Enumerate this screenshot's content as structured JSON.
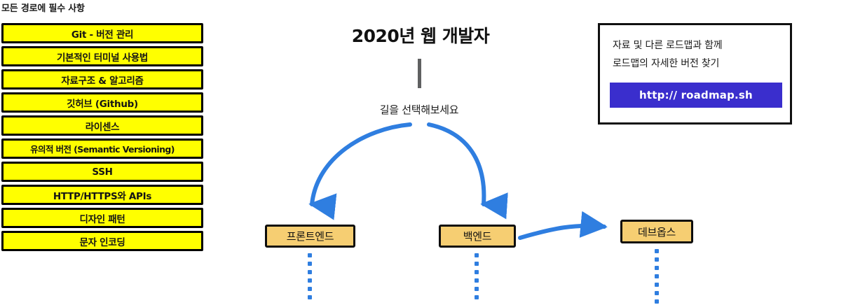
{
  "left_panel": {
    "heading": "모든 경로에 필수 사항",
    "items": [
      {
        "label": "Git - 버전 관리"
      },
      {
        "label": "기본적인 터미널 사용법"
      },
      {
        "label": "자료구조 & 알고리즘"
      },
      {
        "label": "깃허브 (Github)"
      },
      {
        "label": "라이센스"
      },
      {
        "label": "유의적 버전 (Semantic Versioning)"
      },
      {
        "label": "SSH"
      },
      {
        "label": "HTTP/HTTPS와 APIs"
      },
      {
        "label": "디자인 패턴"
      },
      {
        "label": "문자 인코딩"
      }
    ]
  },
  "center": {
    "title": "2020년 웹 개발자",
    "subtitle": "길을 선택해보세요"
  },
  "paths": [
    {
      "label": "프론트엔드"
    },
    {
      "label": "백엔드"
    },
    {
      "label": "데브옵스"
    }
  ],
  "info_box": {
    "line1": "자료 및 다른 로드맵과 함께",
    "line2": "로드맵의 자세한 버전 찾기",
    "button_label": "http:// roadmap.sh"
  },
  "colors": {
    "required_fill": "#FFFF00",
    "required_border": "#000000",
    "path_fill": "#F6CE72",
    "path_border": "#0D0D0D",
    "arrow_blue": "#2F7EE0",
    "button_blue": "#3A2ECD",
    "stem_gray": "#5F6061"
  }
}
